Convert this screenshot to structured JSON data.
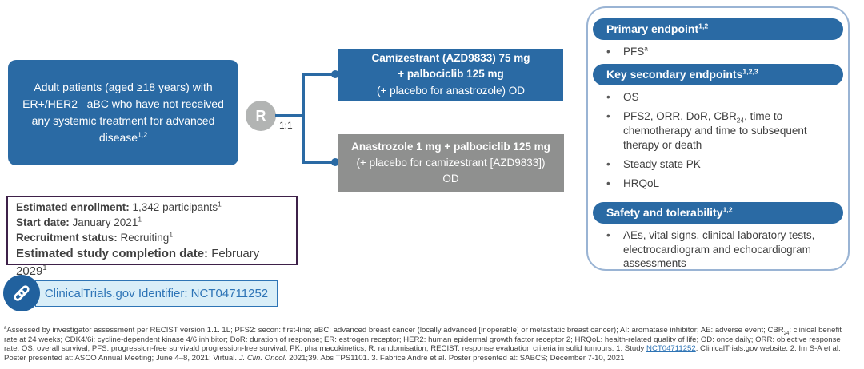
{
  "colors": {
    "primary_blue": "#2a6aa4",
    "arm_gray": "#8f908f",
    "randomization_gray": "#b2b4b3",
    "study_info_border": "#3e2149",
    "registry_blue": "#2e74b5",
    "registry_fill": "#d9eef8",
    "panel_border": "#9ab4d4",
    "text_dark": "#404040"
  },
  "flow": {
    "patient_box": {
      "text": "Adult patients (aged ≥18 years) with ER+/HER2– aBC who have not received any systemic treatment for advanced disease",
      "refs": "1,2"
    },
    "randomization": {
      "label": "R",
      "ratio": "1:1"
    },
    "arm_top": {
      "line1": "Camizestrant (AZD9833) 75 mg",
      "line2": "+ palbociclib 125 mg",
      "line3": "(+ placebo for anastrozole) OD"
    },
    "arm_bottom": {
      "bold": "Anastrozole 1 mg + palbociclib 125 mg",
      "rest": " (+ placebo for camizestrant [AZD9833]) OD"
    }
  },
  "endpoints_panel": {
    "primary": {
      "title": "Primary endpoint",
      "refs": "1,2",
      "bullet": {
        "text": "PFS",
        "sup": "a"
      }
    },
    "secondary": {
      "title": "Key secondary endpoints",
      "refs": "1,2,3",
      "bullets": {
        "b1": "OS",
        "b2": {
          "pre": "PFS2, ORR, DoR, CBR",
          "sub": "24",
          "post": ", time to chemotherapy and time to subsequent therapy or death"
        },
        "b3": "Steady state PK",
        "b4": "HRQoL"
      }
    },
    "safety": {
      "title": "Safety and tolerability",
      "refs": "1,2",
      "bullet": "AEs, vital signs, clinical laboratory tests, electrocardiogram and echocardiogram assessments"
    }
  },
  "study_info": {
    "rows": [
      {
        "label": "Estimated enrollment:",
        "value": " 1,342 participants",
        "ref": "1"
      },
      {
        "label": "Start date:",
        "value": " January 2021",
        "ref": "1"
      },
      {
        "label": "Recruitment status:",
        "value": " Recruiting",
        "ref": "1"
      },
      {
        "label": "Estimated study completion date:",
        "value": " February 2029",
        "ref": "1"
      }
    ]
  },
  "registry": {
    "text": "ClinicalTrials.gov Identifier: NCT04711252"
  },
  "footnote": {
    "marker": "a",
    "part1": "Assessed by investigator assessment per RECIST version 1.1. 1L; PFS2: secon: first-line; aBC: advanced breast cancer (locally advanced [inoperable] or metastatic breast cancer); AI: aromatase inhibitor; AE: adverse event; CBR",
    "cbr_sub": "24",
    "part2": ": clinical benefit rate at 24 weeks; CDK4/6i: cycline-dependent kinase 4/6 inhibitor; DoR: duration of response; ER: estrogen receptor; HER2: human epidermal growth factor receptor 2; HRQoL: health-related quality of life; OD: once daily; ORR: objective response rate; OS: overall survival; PFS: progression-free survivald progression-free survival; PK: pharmacokinetics; R: randomisation; RECIST: response evaluation criteria in solid tumours. 1. Study ",
    "link_text": "NCT04711252",
    "part3": ". ClinicalTrials.gov website. 2. Im S-A et al. Poster presented at: ASCO Annual Meeting; June 4–8, 2021; Virtual. ",
    "italic": "J. Clin. Oncol.",
    "part4": " 2021;39. Abs TPS1101. 3. Fabrice Andre et al. Poster presented at: SABCS; December 7-10, 2021"
  }
}
